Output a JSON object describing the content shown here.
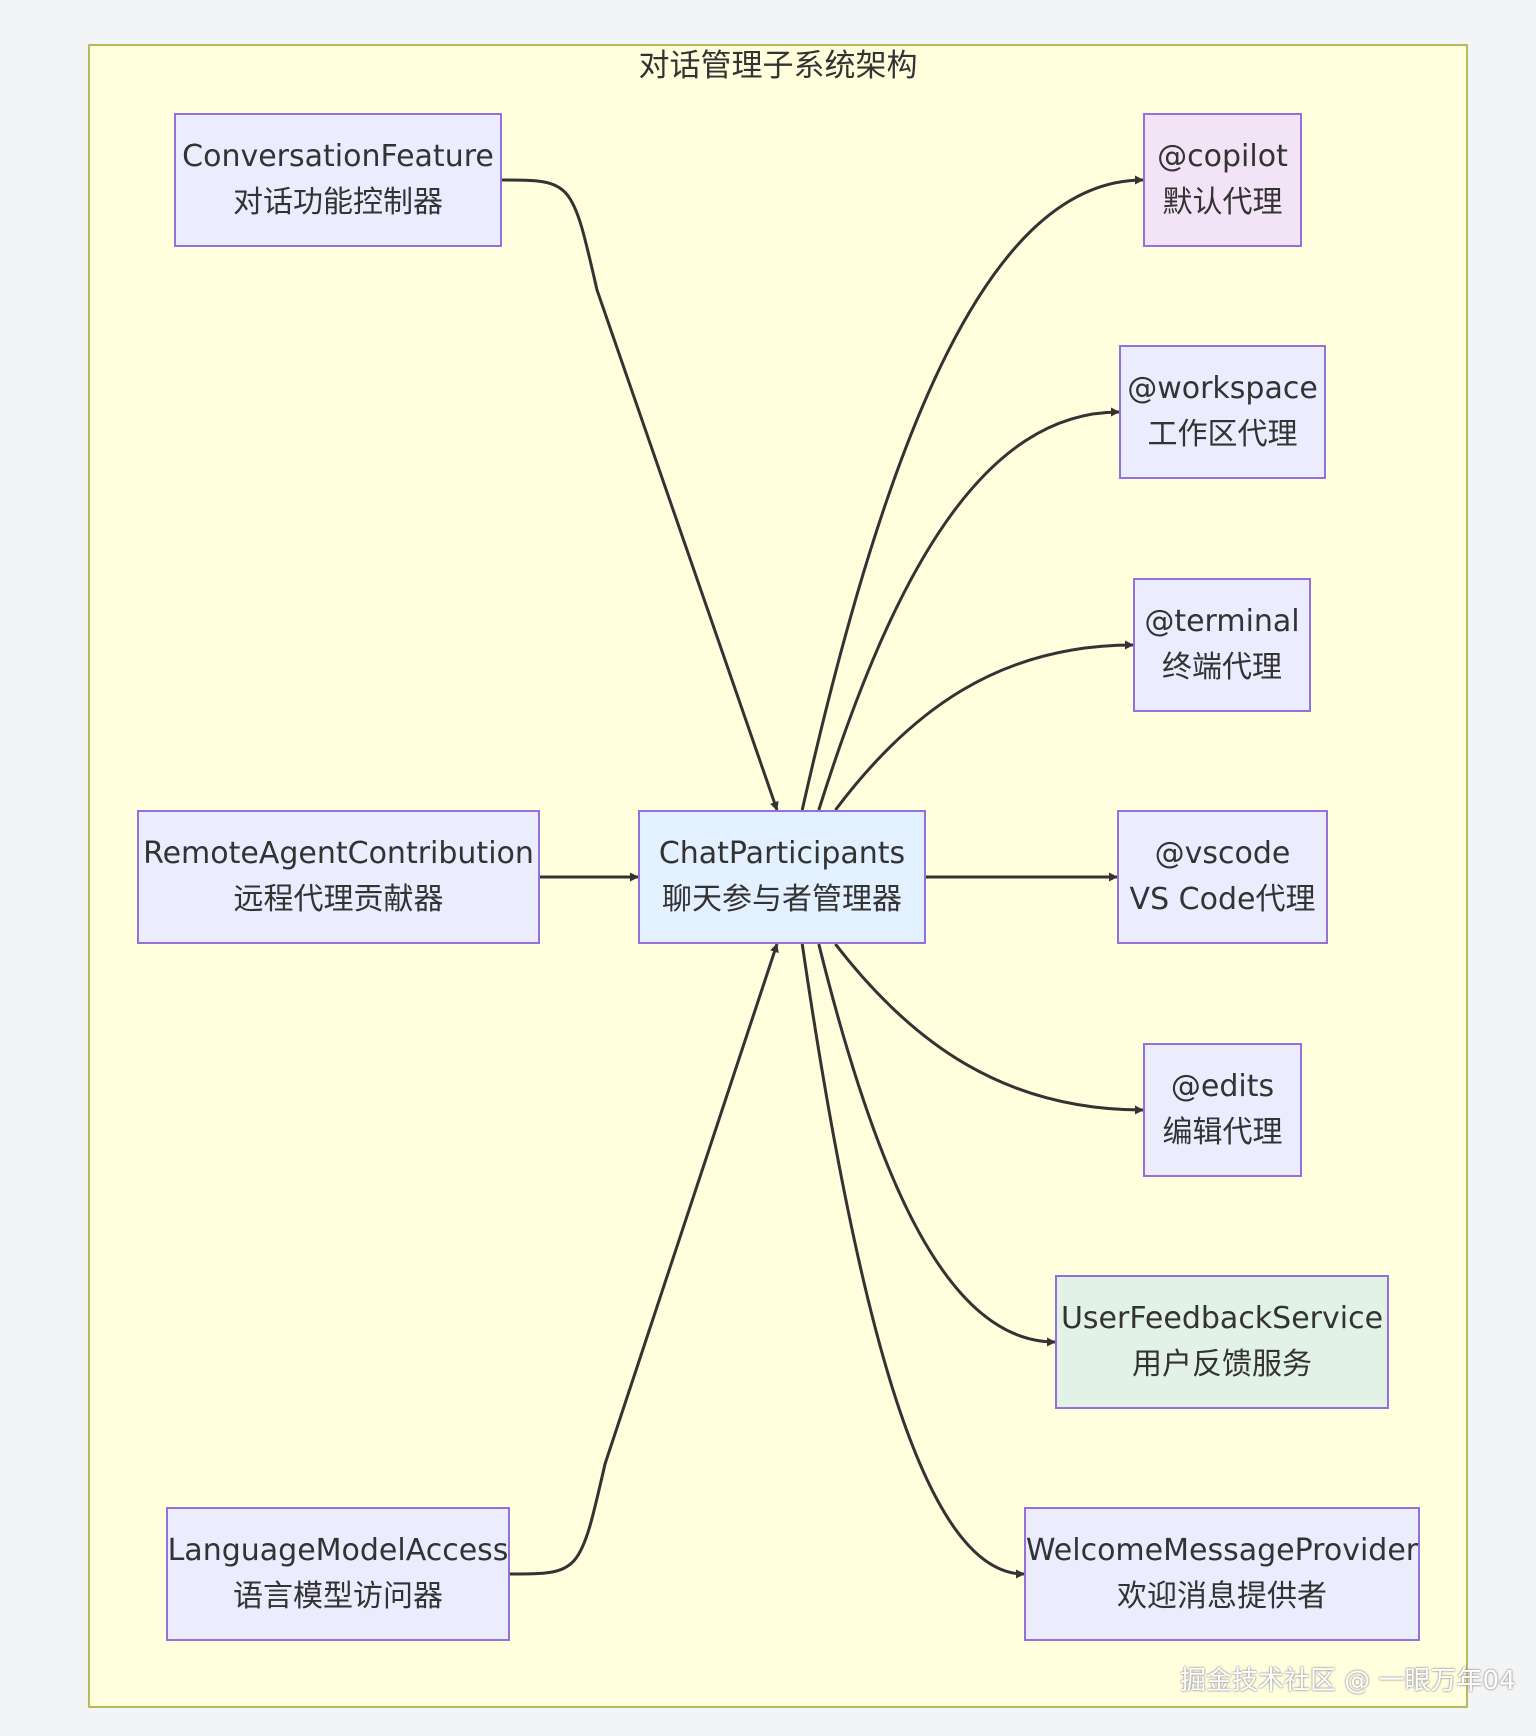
{
  "diagram": {
    "title": "对话管理子系统架构",
    "colors": {
      "cluster_fill": "#ffffde",
      "cluster_border": "#b7b95a",
      "node_border": "#9370db",
      "node_default": "#ececff",
      "node_hub": "#e3f0ff",
      "node_copilot": "#f3e3f6",
      "node_feedback": "#e3f2e6",
      "edge": "#333333"
    },
    "nodes": {
      "conversation_feature": {
        "name": "ConversationFeature",
        "desc": "对话功能控制器"
      },
      "remote_agent": {
        "name": "RemoteAgentContribution",
        "desc": "远程代理贡献器"
      },
      "language_model": {
        "name": "LanguageModelAccess",
        "desc": "语言模型访问器"
      },
      "chat_participants": {
        "name": "ChatParticipants",
        "desc": "聊天参与者管理器"
      },
      "copilot": {
        "name": "@copilot",
        "desc": "默认代理"
      },
      "workspace": {
        "name": "@workspace",
        "desc": "工作区代理"
      },
      "terminal": {
        "name": "@terminal",
        "desc": "终端代理"
      },
      "vscode": {
        "name": "@vscode",
        "desc": "VS Code代理"
      },
      "edits": {
        "name": "@edits",
        "desc": "编辑代理"
      },
      "user_feedback": {
        "name": "UserFeedbackService",
        "desc": "用户反馈服务"
      },
      "welcome": {
        "name": "WelcomeMessageProvider",
        "desc": "欢迎消息提供者"
      }
    },
    "edges": [
      {
        "from": "conversation_feature",
        "to": "chat_participants"
      },
      {
        "from": "remote_agent",
        "to": "chat_participants"
      },
      {
        "from": "language_model",
        "to": "chat_participants"
      },
      {
        "from": "chat_participants",
        "to": "copilot"
      },
      {
        "from": "chat_participants",
        "to": "workspace"
      },
      {
        "from": "chat_participants",
        "to": "terminal"
      },
      {
        "from": "chat_participants",
        "to": "vscode"
      },
      {
        "from": "chat_participants",
        "to": "edits"
      },
      {
        "from": "chat_participants",
        "to": "user_feedback"
      },
      {
        "from": "chat_participants",
        "to": "welcome"
      }
    ]
  },
  "watermark": "掘金技术社区 @ 一眼万年04"
}
